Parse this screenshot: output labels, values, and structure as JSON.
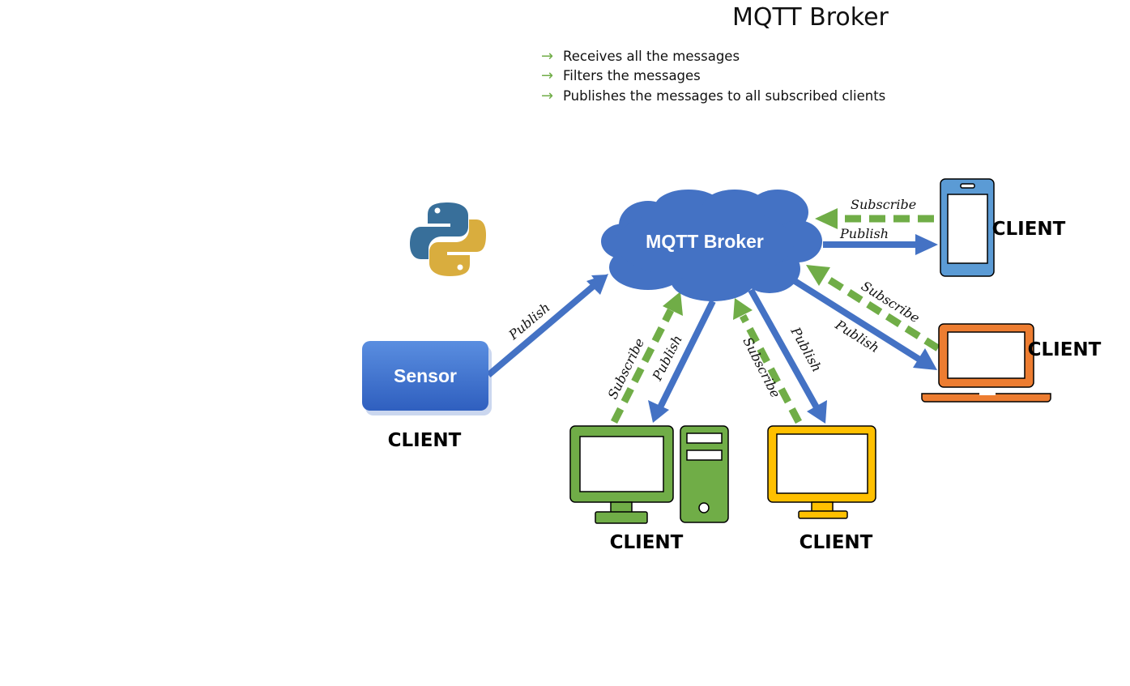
{
  "header": {
    "title": "MQTT Broker",
    "bullets": [
      "Receives all the messages",
      "Filters the messages",
      "Publishes the messages to all subscribed clients"
    ]
  },
  "broker": {
    "label": "MQTT Broker"
  },
  "sensor": {
    "label": "Sensor"
  },
  "clients": {
    "sensor_label": "CLIENT",
    "desktop_label": "CLIENT",
    "monitor_label": "CLIENT",
    "laptop_label": "CLIENT",
    "phone_label": "CLIENT"
  },
  "edges": {
    "publish": "Publish",
    "subscribe": "Subscribe"
  },
  "colors": {
    "publish_arrow": "#4472c4",
    "subscribe_arrow": "#70ad47",
    "cloud": "#4472c4",
    "desktop": "#70ad47",
    "monitor": "#ffc000",
    "laptop": "#ed7d31",
    "phone": "#5b9bd5"
  },
  "icons": [
    "python-logo",
    "cloud-icon",
    "desktop-computer-icon",
    "monitor-icon",
    "laptop-icon",
    "smartphone-icon"
  ]
}
